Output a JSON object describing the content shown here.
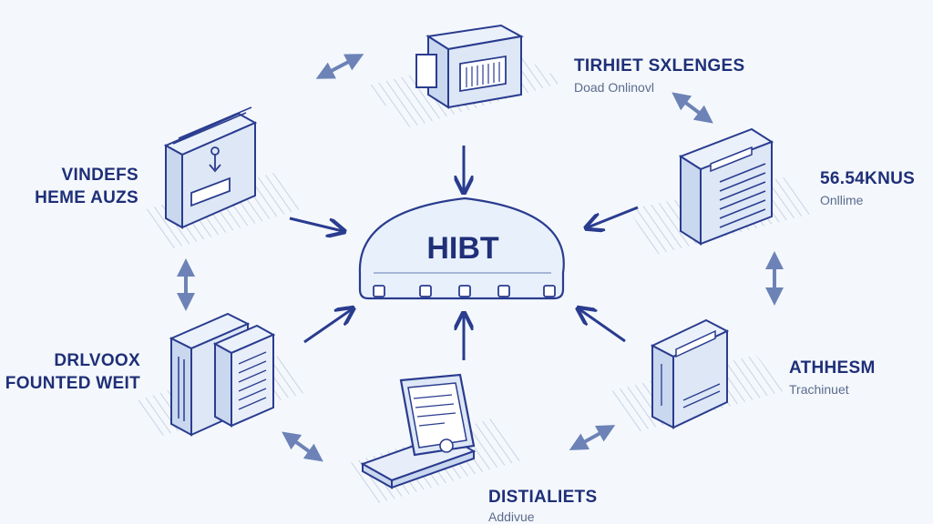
{
  "hub": {
    "label": "HIBT"
  },
  "nodes": {
    "top": {
      "title": "TIRHIET SXLENGES",
      "subtitle": "Doad Onlinovl"
    },
    "right_upper": {
      "title": "56.54KNUS",
      "subtitle": "Onllime"
    },
    "right_lower": {
      "title": "ATHHESM",
      "subtitle": "Trachinuet"
    },
    "bottom": {
      "title": "DISTIALIETS",
      "subtitle": "Addivue"
    },
    "left_upper": {
      "title_line1": "VINDEFS",
      "title_line2": "HEME AUZS"
    },
    "left_lower": {
      "title_line1": "DRLVOOX",
      "title_line2": "FOUNTED WEIT"
    }
  },
  "colors": {
    "line": "#2a3c8f",
    "arrow_light": "#6d83b7",
    "fill_light": "#dde7f6",
    "fill_mid": "#c9d7ef",
    "background": "#f4f8fc"
  }
}
